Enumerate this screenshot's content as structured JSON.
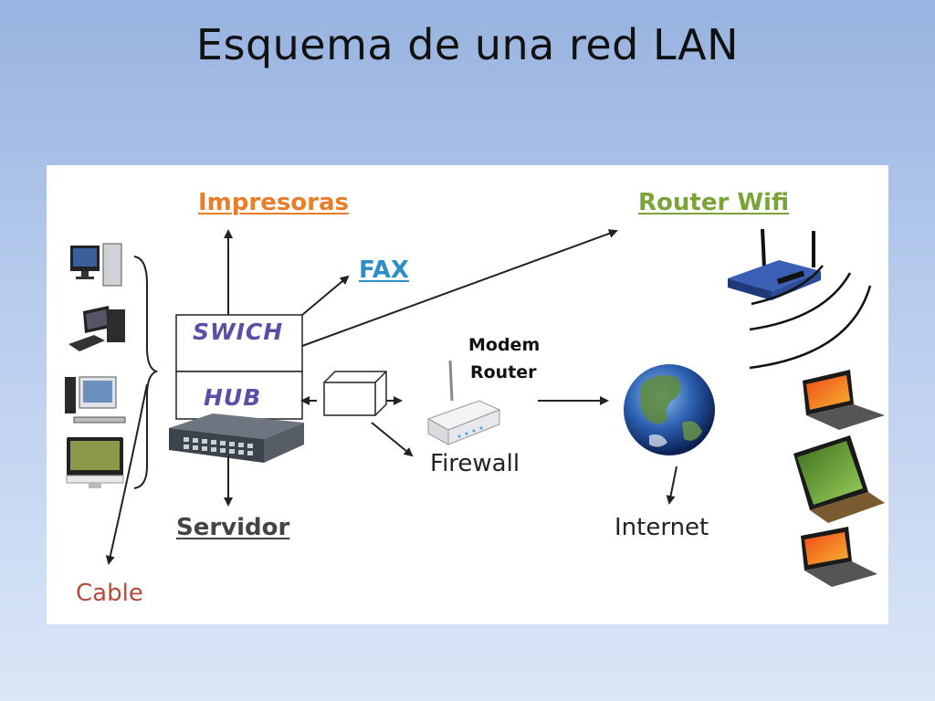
{
  "title": "Esquema de una red LAN",
  "labels": {
    "impresoras": "Impresoras",
    "fax": "FAX",
    "router_wifi": "Router Wifi",
    "swich": "SWICH",
    "hub": "HUB",
    "modem": "Modem",
    "router": "Router",
    "firewall": "Firewall",
    "servidor": "Servidor",
    "internet": "Internet",
    "cable": "Cable"
  },
  "colors": {
    "impresoras": "#e87d2a",
    "fax": "#2d8fc7",
    "router_wifi": "#7aa33a",
    "cable": "#b54a3a",
    "box_text": "#5a4fa6"
  },
  "icons": [
    "desktop-computer-icon",
    "laptop-icon",
    "earth-globe-icon",
    "wifi-router-icon",
    "modem-router-icon",
    "network-switch-icon"
  ]
}
